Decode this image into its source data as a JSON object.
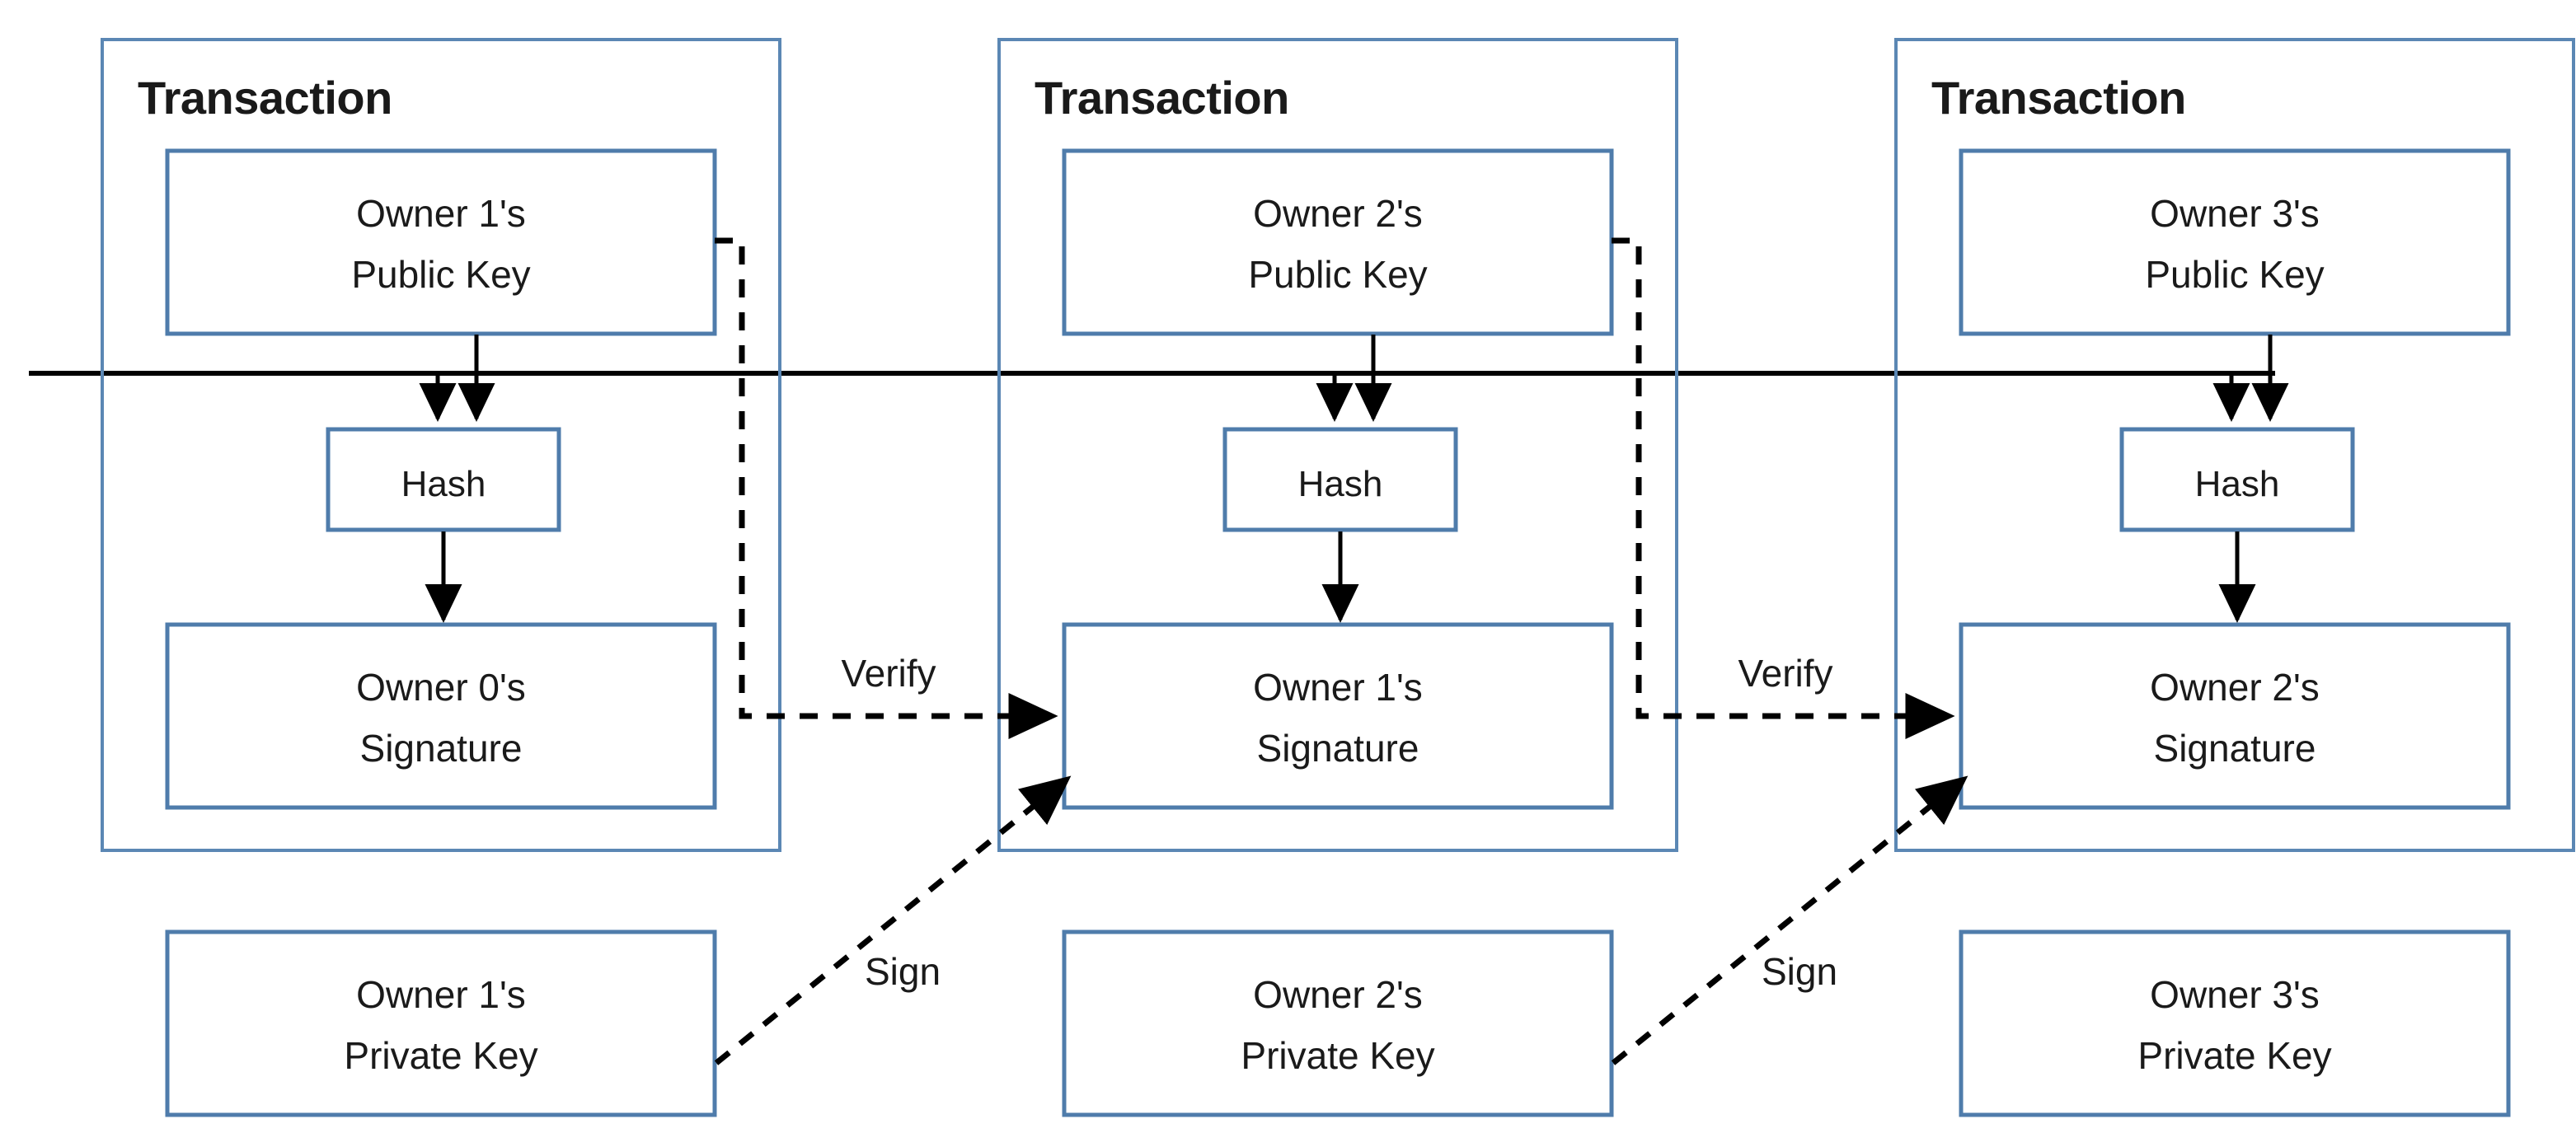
{
  "diagram": {
    "title": "Transaction chain with public keys, hashes and signatures",
    "colors": {
      "box_border": "#4F7CAB",
      "frame_border": "#5B87B4",
      "line": "#000000",
      "background": "#ffffff"
    },
    "transactions": [
      {
        "title": "Transaction",
        "public_key": "Owner 1's\nPublic Key",
        "public_key_line1": "Owner 1's",
        "public_key_line2": "Public Key",
        "hash": "Hash",
        "signature_line1": "Owner 0's",
        "signature_line2": "Signature",
        "private_key_line1": "Owner 1's",
        "private_key_line2": "Private Key"
      },
      {
        "title": "Transaction",
        "public_key": "Owner 2's\nPublic Key",
        "public_key_line1": "Owner 2's",
        "public_key_line2": "Public Key",
        "hash": "Hash",
        "signature_line1": "Owner 1's",
        "signature_line2": "Signature",
        "private_key_line1": "Owner 2's",
        "private_key_line2": "Private Key"
      },
      {
        "title": "Transaction",
        "public_key": "Owner 3's\nPublic Key",
        "public_key_line1": "Owner 3's",
        "public_key_line2": "Public Key",
        "hash": "Hash",
        "signature_line1": "Owner 2's",
        "signature_line2": "Signature",
        "private_key_line1": "Owner 3's",
        "private_key_line2": "Private Key"
      }
    ],
    "edge_labels": {
      "verify_1": "Verify",
      "verify_2": "Verify",
      "sign_1": "Sign",
      "sign_2": "Sign"
    }
  }
}
